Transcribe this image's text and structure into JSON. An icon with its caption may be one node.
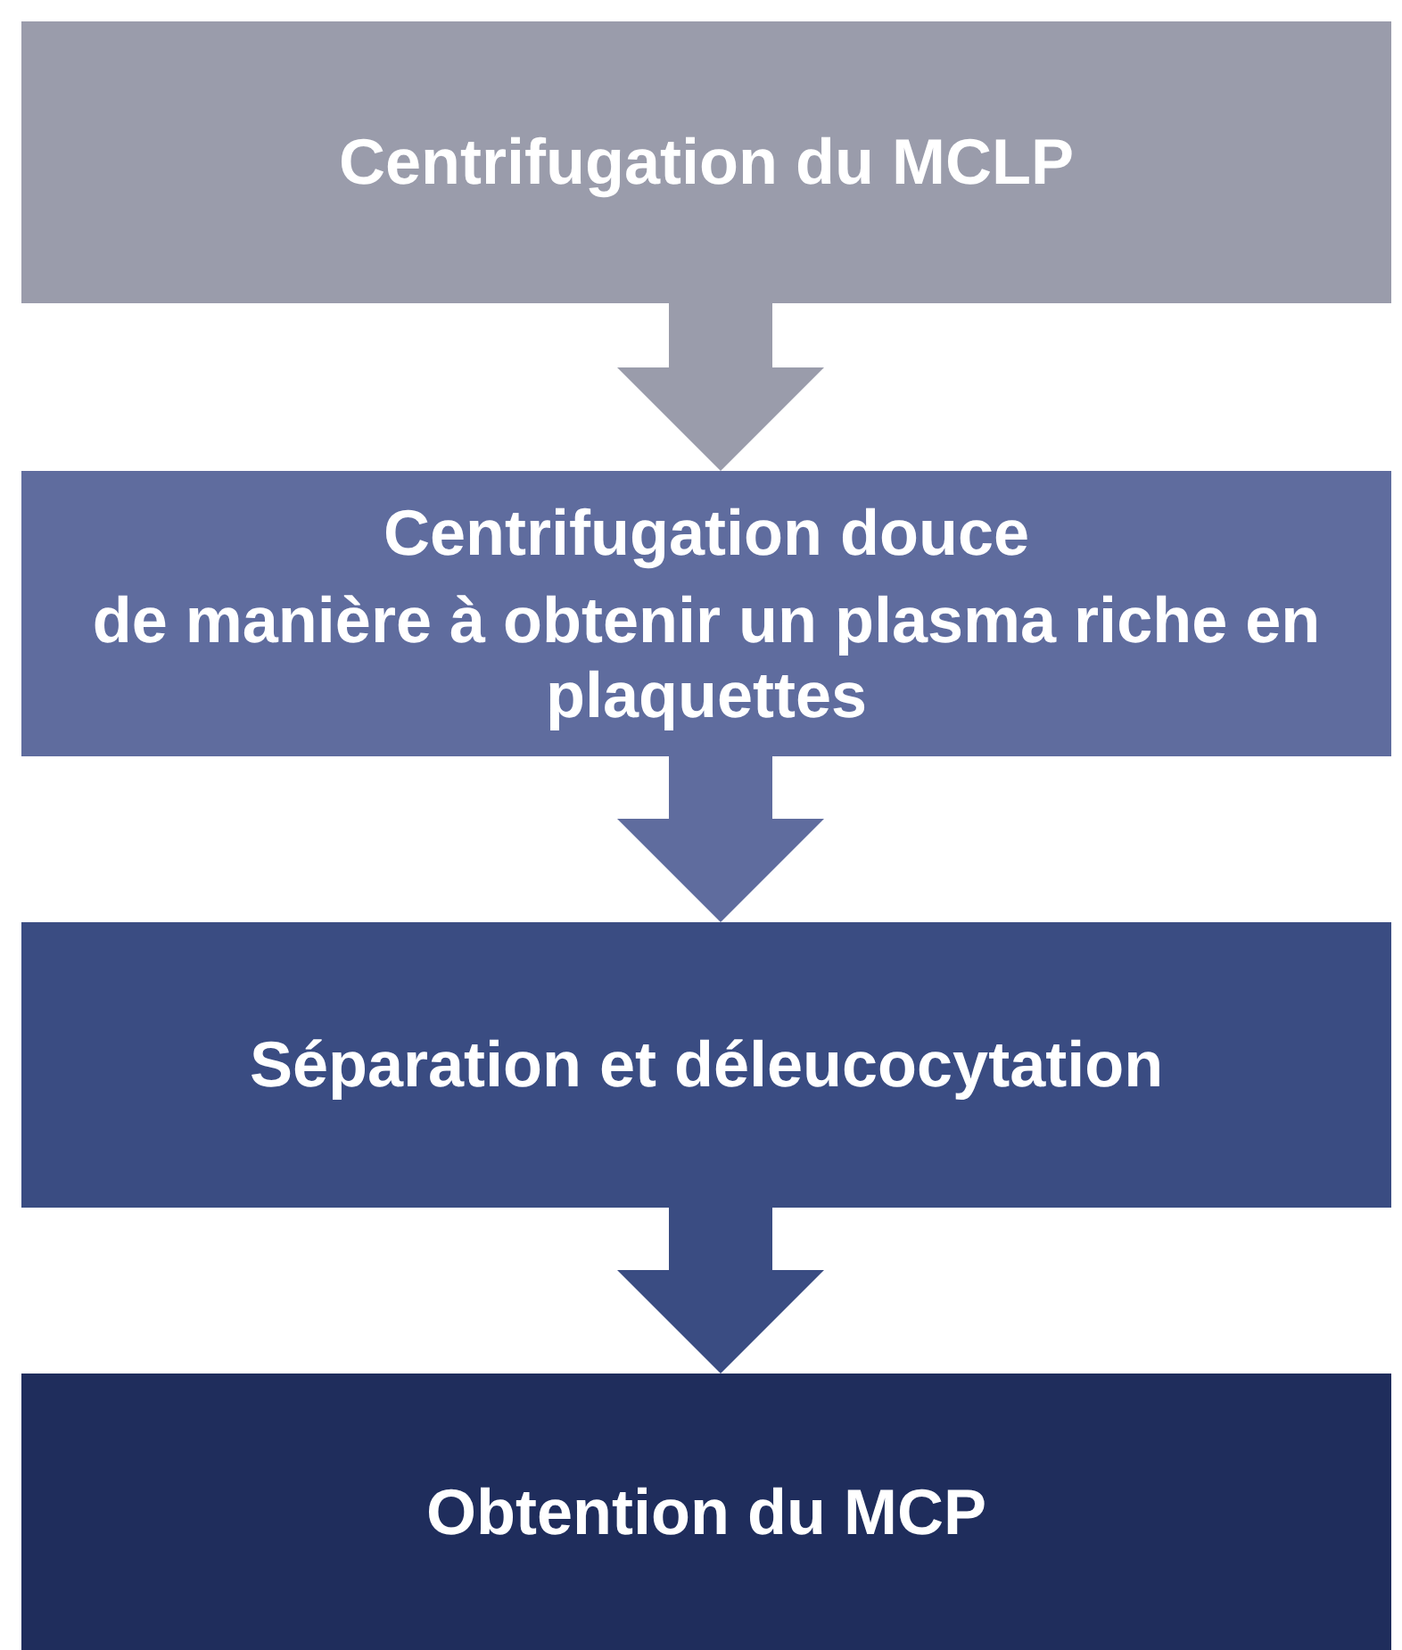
{
  "diagram": {
    "nodes": [
      {
        "text": [
          "Centrifugation du MCLP"
        ]
      },
      {
        "text": [
          "Centrifugation douce",
          "de manière à obtenir un plasma riche en plaquettes"
        ]
      },
      {
        "text": [
          "Séparation et déleucocytation"
        ]
      },
      {
        "text": [
          "Obtention du MCP"
        ]
      }
    ],
    "edges": [
      {
        "from": 0,
        "to": 1,
        "arrow": "to"
      },
      {
        "from": 1,
        "to": 2,
        "arrow": "to"
      },
      {
        "from": 2,
        "to": 3,
        "arrow": "to"
      }
    ]
  }
}
